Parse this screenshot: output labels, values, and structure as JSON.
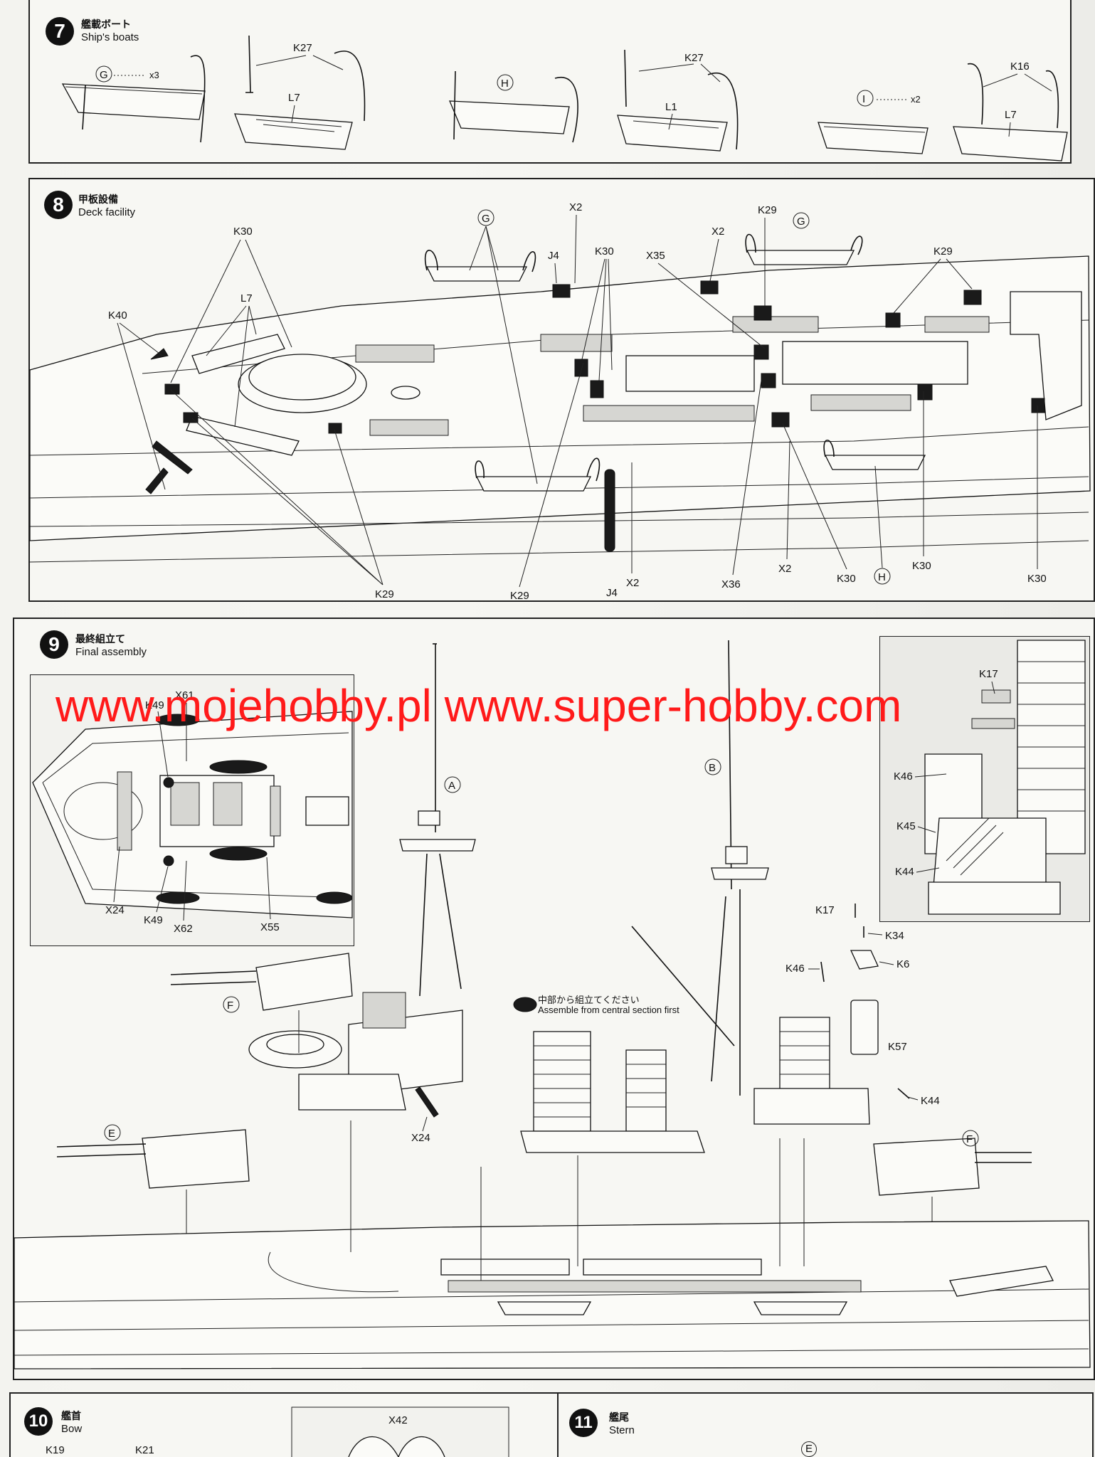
{
  "steps": {
    "s7": {
      "number": "7",
      "title_jp": "艦載ボート",
      "title_en": "Ship's boats"
    },
    "s8": {
      "number": "8",
      "title_jp": "甲板設備",
      "title_en": "Deck facility"
    },
    "s9": {
      "number": "9",
      "title_jp": "最終組立て",
      "title_en": "Final assembly"
    },
    "s10": {
      "number": "10",
      "title_jp": "艦首",
      "title_en": "Bow"
    },
    "s11": {
      "number": "11",
      "title_jp": "艦尾",
      "title_en": "Stern"
    }
  },
  "s7_labels": {
    "g": "G",
    "g_qty": "x3",
    "k27a": "K27",
    "l7a": "L7",
    "h": "H",
    "k27b": "K27",
    "l1": "L1",
    "i": "I",
    "i_qty": "x2",
    "k16": "K16",
    "l7b": "L7"
  },
  "s8_labels": {
    "k30a": "K30",
    "l7": "L7",
    "k40": "K40",
    "g1": "G",
    "x2a": "X2",
    "j4a": "J4",
    "k30b": "K30",
    "x35": "X35",
    "x2b": "X2",
    "k29a": "K29",
    "g2": "G",
    "k29b": "K29",
    "k29c": "K29",
    "k29d": "K29",
    "j4b": "J4",
    "x2c": "X2",
    "x36": "X36",
    "x2d": "X2",
    "k30c": "K30",
    "h": "H",
    "k30d": "K30",
    "k30e": "K30"
  },
  "s9_labels": {
    "x61": "X61",
    "k49a": "K49",
    "x24a": "X24",
    "k49b": "K49",
    "x62": "X62",
    "x55": "X55",
    "a": "A",
    "b": "B",
    "k17a": "K17",
    "k46a": "K46",
    "k45": "K45",
    "k44a": "K44",
    "k17b": "K17",
    "k34": "K34",
    "k46b": "K46",
    "k6": "K6",
    "k57": "K57",
    "k44b": "K44",
    "f1": "F",
    "x24b": "X24",
    "e1": "E",
    "f2": "F",
    "note_jp": "中部から組立てください",
    "note_en": "Assemble from central section first"
  },
  "s10_labels": {
    "x42": "X42",
    "k19": "K19",
    "k21": "K21"
  },
  "s11_labels": {
    "e": "E"
  },
  "watermark": "www.mojehobby.pl www.super-hobby.com"
}
